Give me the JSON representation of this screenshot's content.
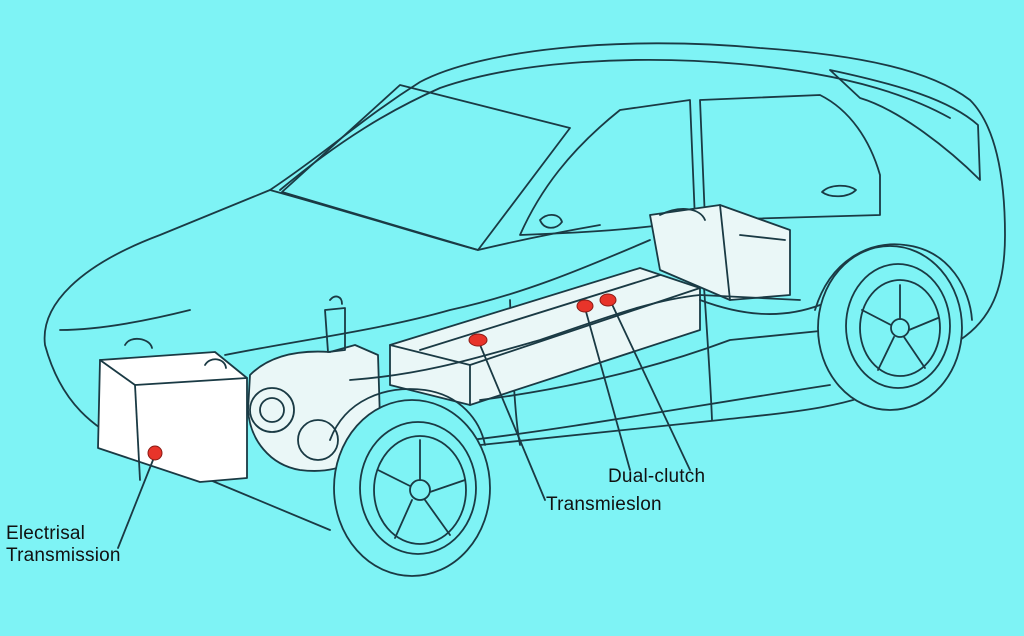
{
  "labels": {
    "electrical_line1": "Electrisal",
    "electrical_line2": "Transmission",
    "transmission": "Transmieslon",
    "dual_clutch": "Dual-clutch"
  },
  "colors": {
    "background": "#7ef3f5",
    "line": "#1a3a44",
    "marker": "#e8342a",
    "battery_fill": "#ffffff",
    "component_fill": "#eaf7f7"
  },
  "icons": {
    "battery": "battery-icon",
    "marker": "red-dot-marker",
    "wheel": "wheel-icon"
  }
}
